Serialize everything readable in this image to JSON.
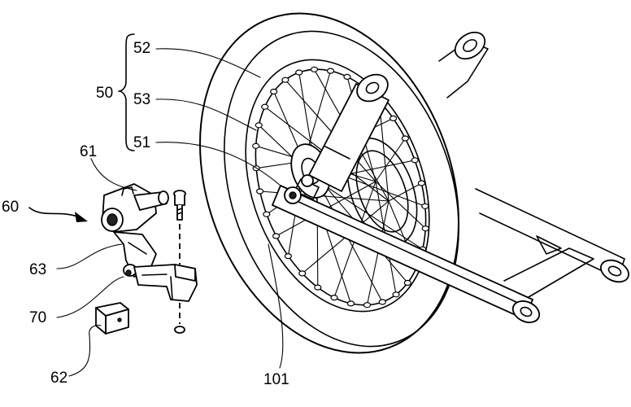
{
  "labels": {
    "l50": "50",
    "l52": "52",
    "l53": "53",
    "l51": "51",
    "l61": "61",
    "l60": "60",
    "l63": "63",
    "l70": "70",
    "l62": "62",
    "l101": "101"
  }
}
